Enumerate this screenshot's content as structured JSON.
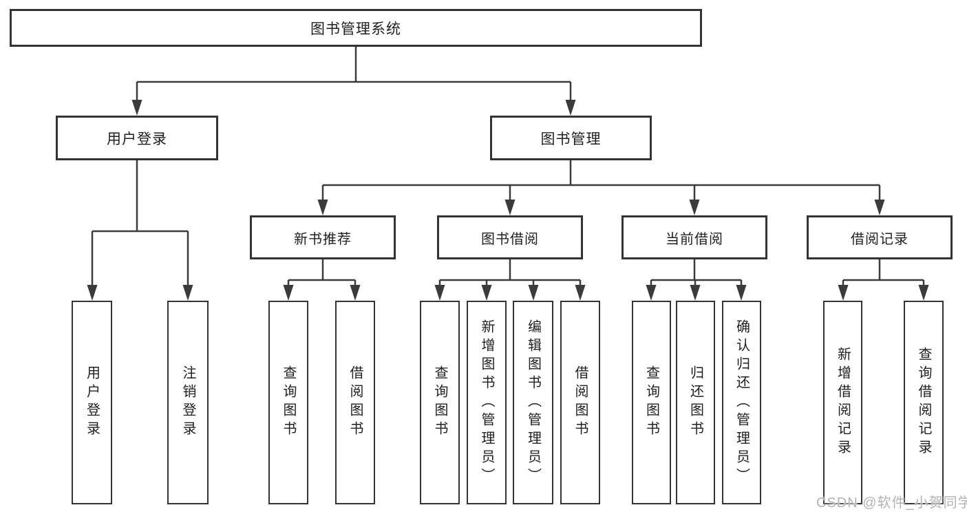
{
  "diagram": {
    "root": {
      "label": "图书管理系统"
    },
    "branches": [
      {
        "label": "用户登录",
        "children": [
          {
            "label": "用户登录"
          },
          {
            "label": "注销登录"
          }
        ]
      },
      {
        "label": "图书管理",
        "sections": [
          {
            "label": "新书推荐",
            "children": [
              {
                "label": "查询图书"
              },
              {
                "label": "借阅图书"
              }
            ]
          },
          {
            "label": "图书借阅",
            "children": [
              {
                "label": "查询图书"
              },
              {
                "label": "新增图书（管理员）"
              },
              {
                "label": "编辑图书（管理员）"
              },
              {
                "label": "借阅图书"
              }
            ]
          },
          {
            "label": "当前借阅",
            "children": [
              {
                "label": "查询图书"
              },
              {
                "label": "归还图书"
              },
              {
                "label": "确认归还（管理员）"
              }
            ]
          },
          {
            "label": "借阅记录",
            "children": [
              {
                "label": "新增借阅记录"
              },
              {
                "label": "查询借阅记录"
              }
            ]
          }
        ]
      }
    ]
  },
  "watermark": {
    "text": "CSDN @软件_小贺同学"
  },
  "colors": {
    "line": "#3b3b3b",
    "border": "#333333",
    "text": "#1f1f1f",
    "watermark": "#b3b3b3"
  }
}
